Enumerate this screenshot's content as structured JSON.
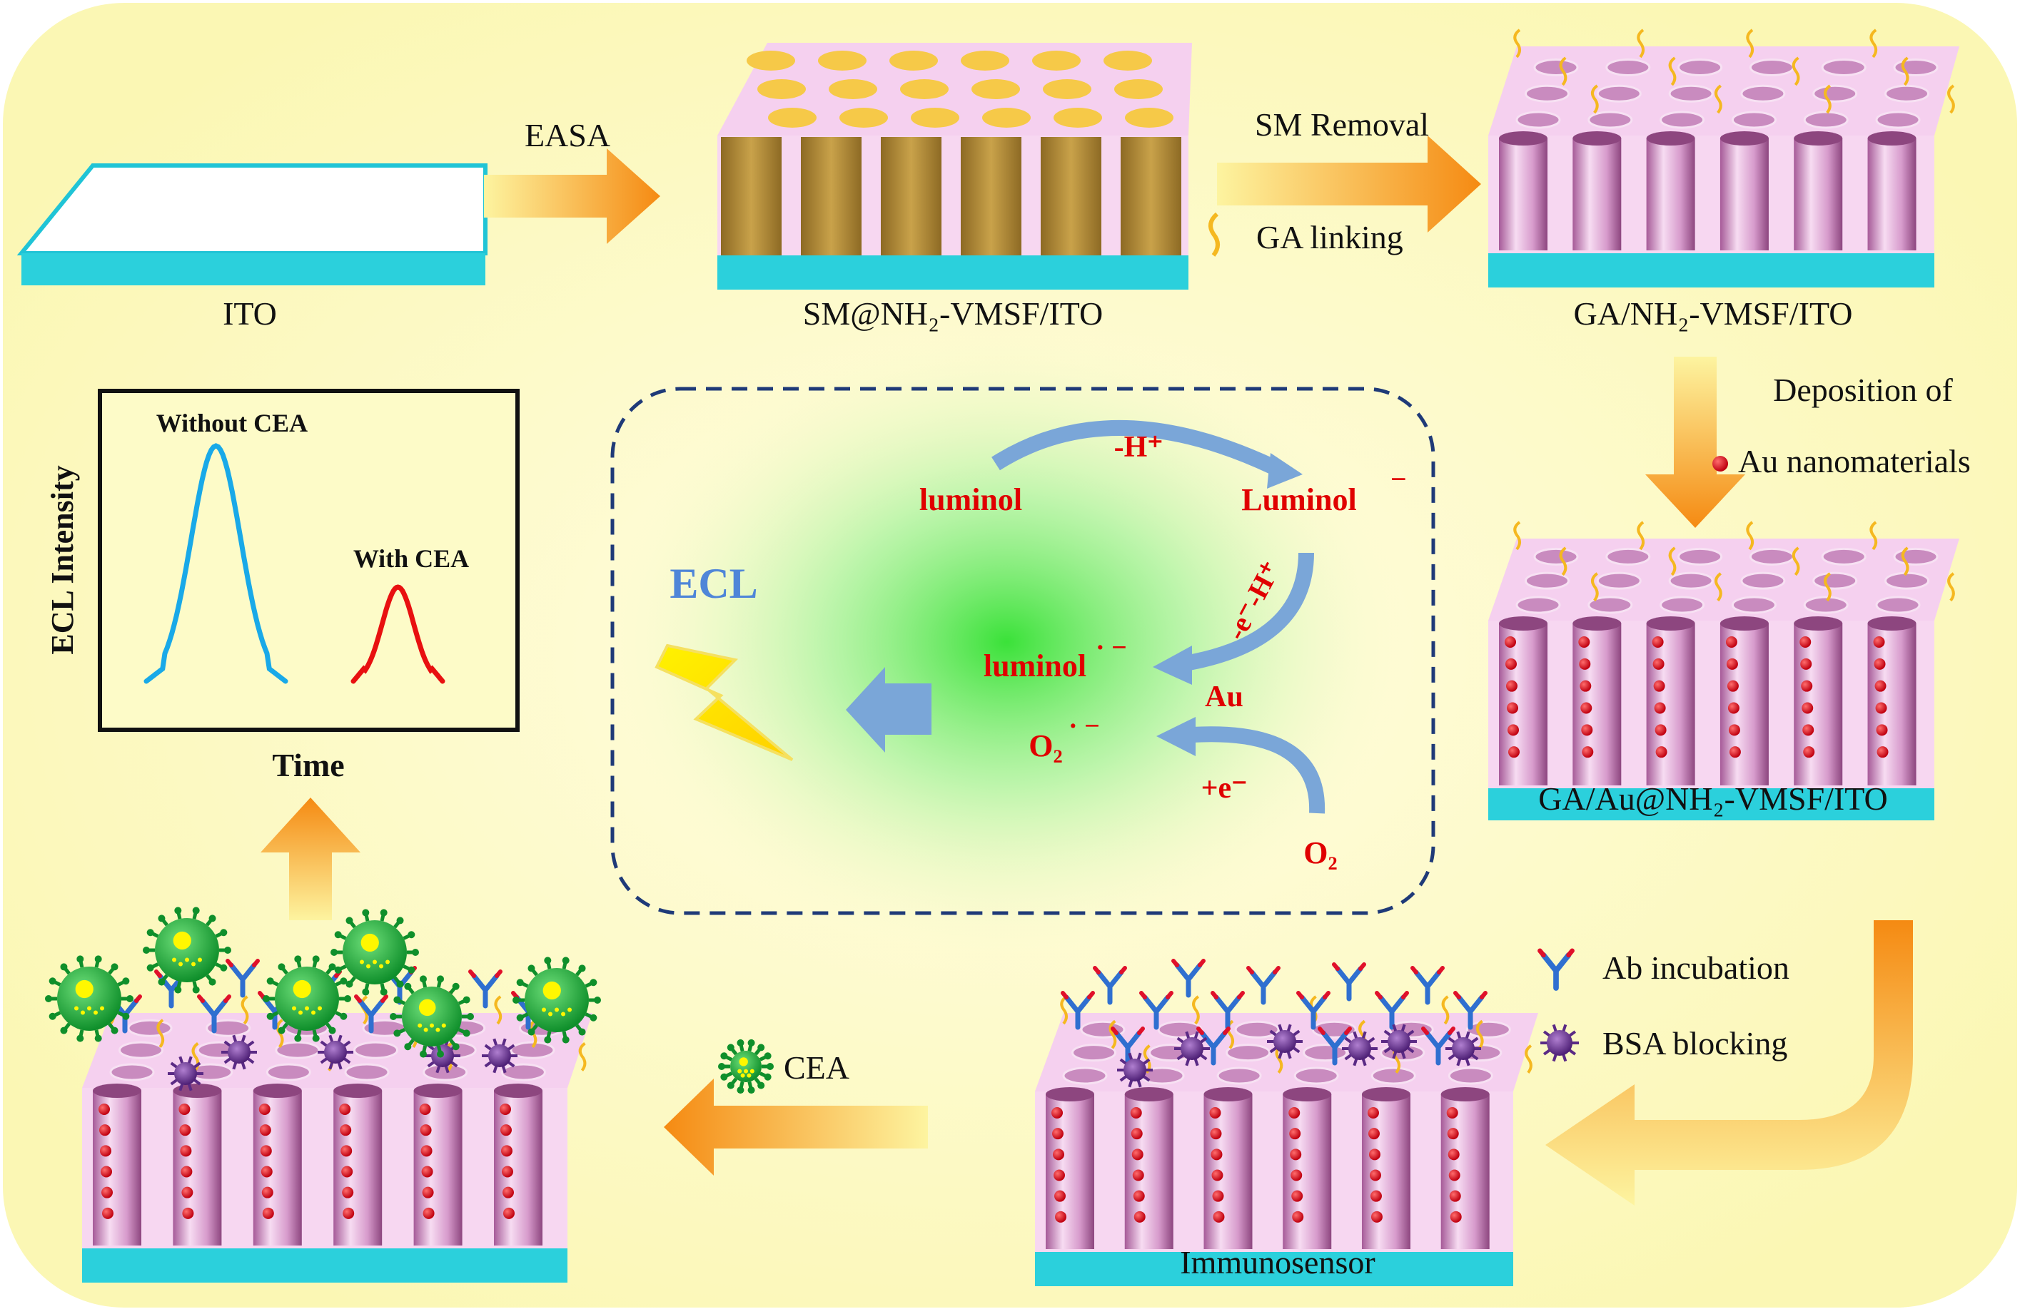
{
  "labels": {
    "ito": "ITO",
    "easa": "EASA",
    "sm_vmsf": "SM@NH₂-VMSF/ITO",
    "sm_removal": "SM Removal",
    "ga_linking": "GA linking",
    "ga_vmsf": "GA/NH₂-VMSF/ITO",
    "deposition_line1": "Deposition of",
    "deposition_line2": "Au nanomaterials",
    "ga_au_vmsf": "GA/Au@NH₂-VMSF/ITO",
    "ab_incubation": "Ab incubation",
    "bsa_blocking": "BSA blocking",
    "immunosensor": "Immunosensor",
    "cea": "CEA"
  },
  "mechanism": {
    "luminol": "luminol",
    "luminol_anion": "Luminol",
    "anion_sup": "−",
    "minus_h": "-H⁺",
    "minus_e_minus_h": "-e⁻-H⁺",
    "luminol_radical": "luminol",
    "radical_sup": "· −",
    "au": "Au",
    "o2_radical": "O₂",
    "plus_e": "+e⁻",
    "o2": "O₂",
    "ecl": "ECL"
  },
  "chart_data": {
    "type": "line",
    "ylabel": "ECL Intensity",
    "xlabel": "Time",
    "series": [
      {
        "name": "Without CEA",
        "color": "#19a9e8",
        "relative_peak": 1.0
      },
      {
        "name": "With CEA",
        "color": "#e81010",
        "relative_peak": 0.4
      }
    ]
  },
  "colors": {
    "background": "#fdfbc8",
    "substrate": "#2bd0dc",
    "pore_wall": "#f5d0ef",
    "template": "#b8913a",
    "arrow": "#f5901a",
    "au_dot": "#e0102a",
    "mech_arrow": "#7aa6d8",
    "glow": "#33e033"
  }
}
